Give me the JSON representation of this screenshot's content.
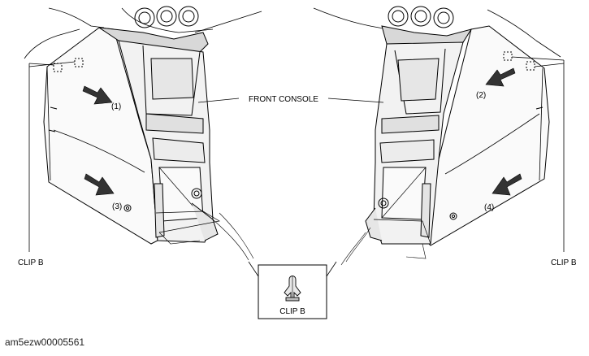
{
  "labels": {
    "front_console": "FRONT CONSOLE",
    "clip_b_left": "CLIP B",
    "clip_b_right": "CLIP B",
    "clip_b_inset": "CLIP B"
  },
  "step_numbers": {
    "s1": "(1)",
    "s2": "(2)",
    "s3": "(3)",
    "s4": "(4)"
  },
  "footer": {
    "image_code": "am5ezw00005561"
  }
}
